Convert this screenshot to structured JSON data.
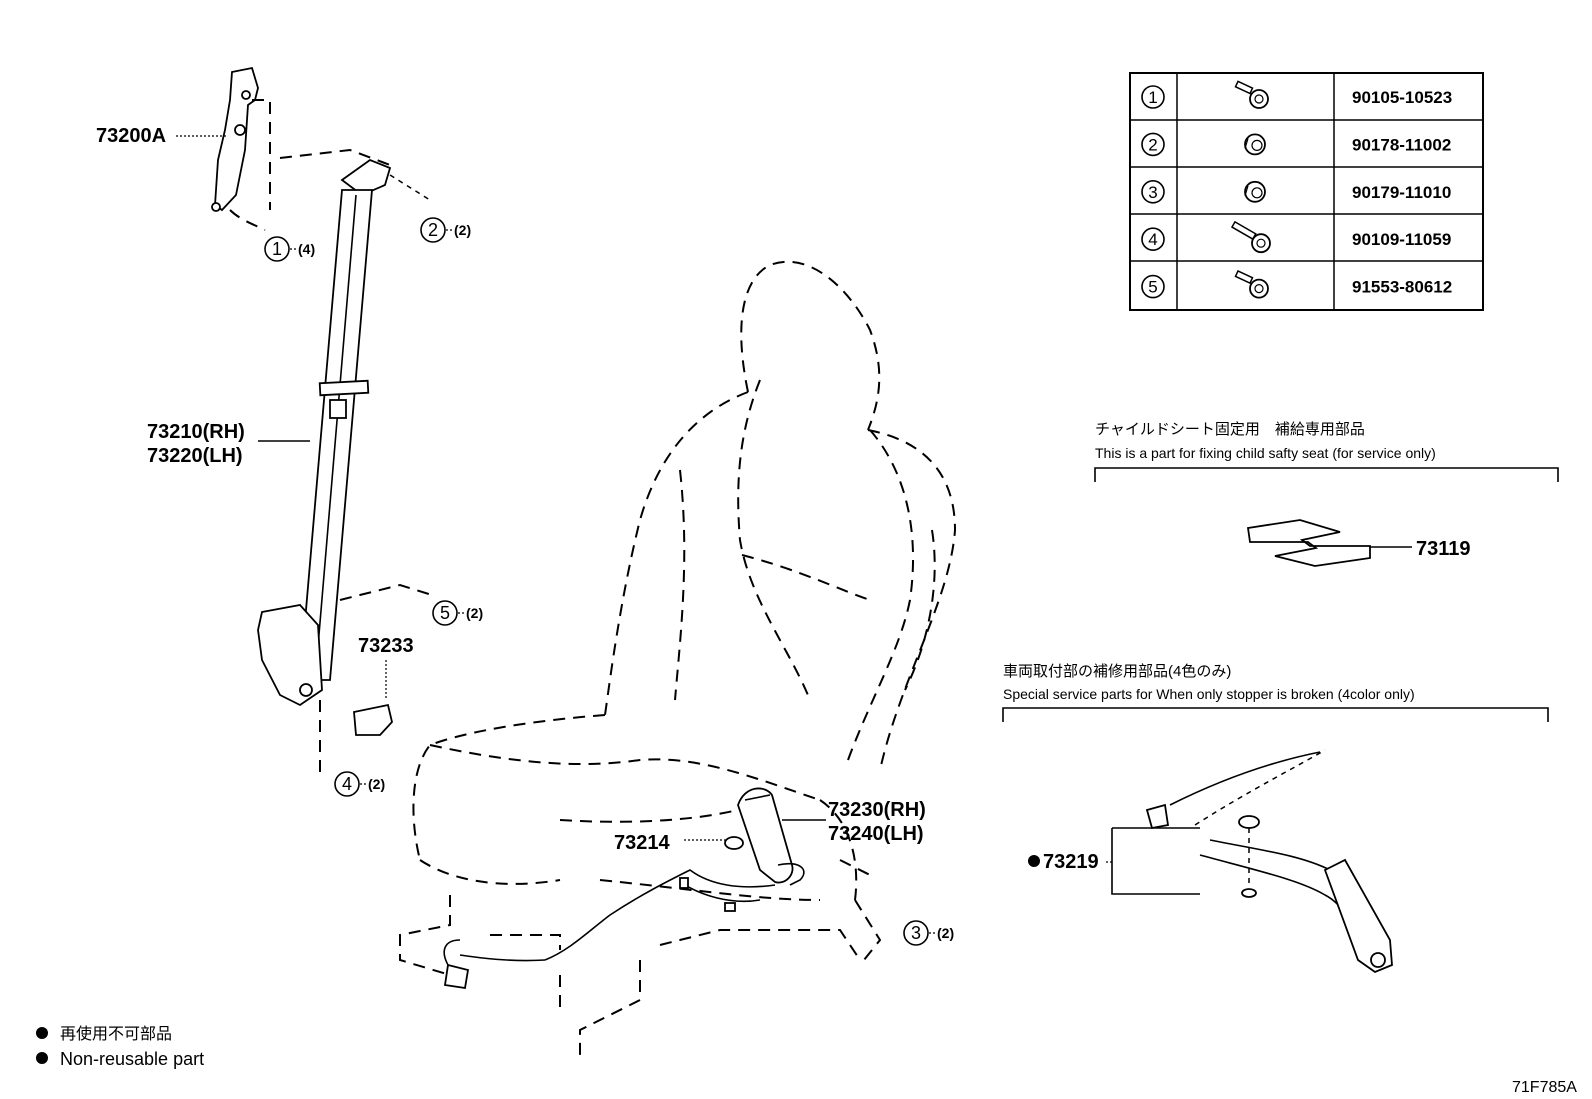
{
  "diagram_code": "71F785A",
  "callouts": {
    "anchor_top": "73200A",
    "belt_rh": "73210(RH)",
    "belt_lh": "73220(LH)",
    "cover": "73233",
    "buckle_rh": "73230(RH)",
    "buckle_lh": "73240(LH)",
    "washer": "73214",
    "child_seat_part": "73119",
    "stopper_part": "73219"
  },
  "fastener_refs": [
    {
      "num": "1",
      "qty": "(4)"
    },
    {
      "num": "2",
      "qty": "(2)"
    },
    {
      "num": "3",
      "qty": "(2)"
    },
    {
      "num": "4",
      "qty": "(2)"
    },
    {
      "num": "5",
      "qty": "(2)"
    }
  ],
  "fastener_table": [
    {
      "num": "1",
      "icon": "flange-bolt-icon",
      "part_no": "90105-10523"
    },
    {
      "num": "2",
      "icon": "flange-nut-icon",
      "part_no": "90178-11002"
    },
    {
      "num": "3",
      "icon": "flange-nut-icon",
      "part_no": "90179-11010"
    },
    {
      "num": "4",
      "icon": "shoulder-bolt-icon",
      "part_no": "90109-11059"
    },
    {
      "num": "5",
      "icon": "flange-bolt-icon",
      "part_no": "91553-80612"
    }
  ],
  "notes": {
    "child_seat_jp": "チャイルドシート固定用　補給専用部品",
    "child_seat_en": "This is a part for fixing child safty seat (for service only)",
    "stopper_jp": "車両取付部の補修用部品(4色のみ)",
    "stopper_en": "Special service parts for When only stopper is broken (4color only)"
  },
  "legend": {
    "jp": "再使用不可部品",
    "en": "Non-reusable part"
  }
}
